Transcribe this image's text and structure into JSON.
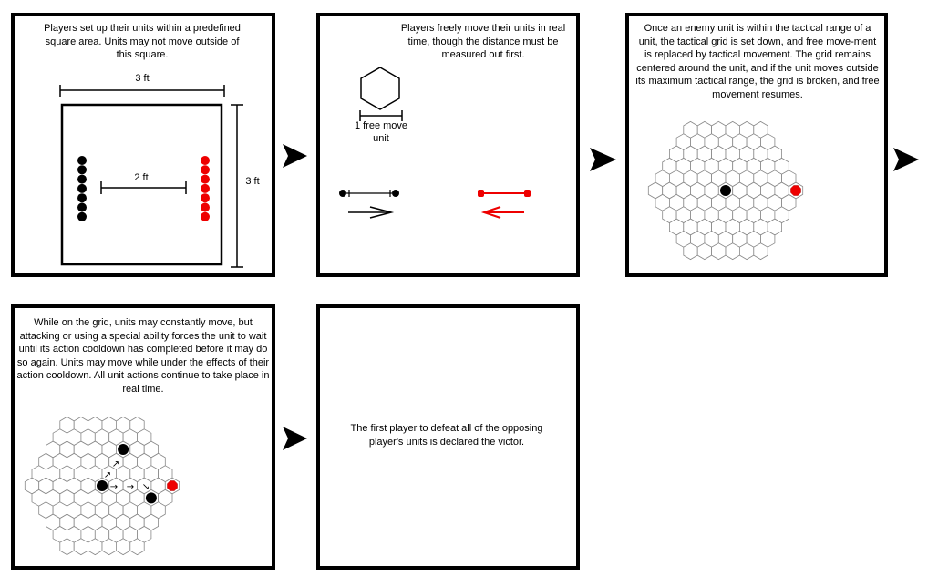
{
  "colors": {
    "ink": "#000000",
    "enemy": "#ee0000",
    "grid": "#888888"
  },
  "panels": [
    {
      "text": "Players set up their units within a predefined square area.  Units may not move outside of this square.",
      "width_label": "3 ft",
      "height_label": "3 ft",
      "gap_label": "2 ft",
      "units_per_side": 7
    },
    {
      "text": "Players freely move their units in real time, though the distance must be measured out first.",
      "hex_label_line1": "1 free move",
      "hex_label_line2": "unit"
    },
    {
      "text": "Once an enemy unit is within the tactical range of a unit, the tactical grid is set down, and free move-ment is replaced by tactical movement.  The grid remains centered around the unit, and if  the unit moves outside its maximum tactical range, the grid is broken, and free movement resumes.",
      "grid_radius": 5,
      "units": [
        {
          "side": "player",
          "row": 0,
          "col": 5
        },
        {
          "side": "enemy",
          "row": 0,
          "col": 10
        }
      ]
    },
    {
      "text": "While on the grid, units may constantly move, but attacking or using a special ability forces the unit to wait until its action cooldown has completed before it may do so again.  Units may move while under the effects of their action cooldown.  All unit actions continue to take place in real time.",
      "grid_radius": 5,
      "units": [
        {
          "side": "player",
          "row": 0,
          "col": 5
        },
        {
          "side": "player",
          "row": -3,
          "col": 5
        },
        {
          "side": "player",
          "row": 1,
          "col": 8
        },
        {
          "side": "enemy",
          "row": 0,
          "col": 10
        }
      ]
    },
    {
      "text": "The first player to defeat all of the opposing player's units is declared the victor."
    }
  ],
  "flow_arrow_count": 4
}
